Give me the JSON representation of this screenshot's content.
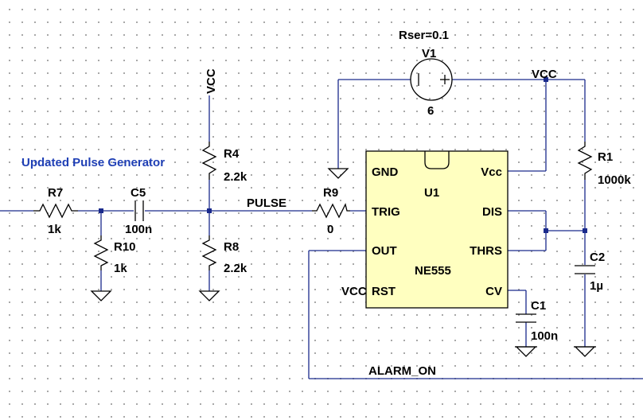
{
  "annotation": "Updated Pulse Generator",
  "components": {
    "r7": {
      "name": "R7",
      "value": "1k"
    },
    "r10": {
      "name": "R10",
      "value": "1k"
    },
    "c5": {
      "name": "C5",
      "value": "100n"
    },
    "r4": {
      "name": "R4",
      "value": "2.2k"
    },
    "r8": {
      "name": "R8",
      "value": "2.2k"
    },
    "r9": {
      "name": "R9",
      "value": "0"
    },
    "r1": {
      "name": "R1",
      "value": "1000k"
    },
    "c2": {
      "name": "C2",
      "value": "1µ"
    },
    "c1": {
      "name": "C1",
      "value": "100n"
    },
    "v1": {
      "name": "V1",
      "value": "6",
      "param": "Rser=0.1"
    }
  },
  "ic": {
    "name": "U1",
    "part": "NE555",
    "pins": {
      "gnd": "GND",
      "trig": "TRIG",
      "out": "OUT",
      "rst": "RST",
      "vcc": "Vcc",
      "dis": "DIS",
      "thrs": "THRS",
      "cv": "CV"
    }
  },
  "nets": {
    "vcc_top": "VCC",
    "vcc_left": "VCC",
    "vcc_rst": "VCC",
    "pulse": "PULSE",
    "alarm": "ALARM_ON"
  }
}
